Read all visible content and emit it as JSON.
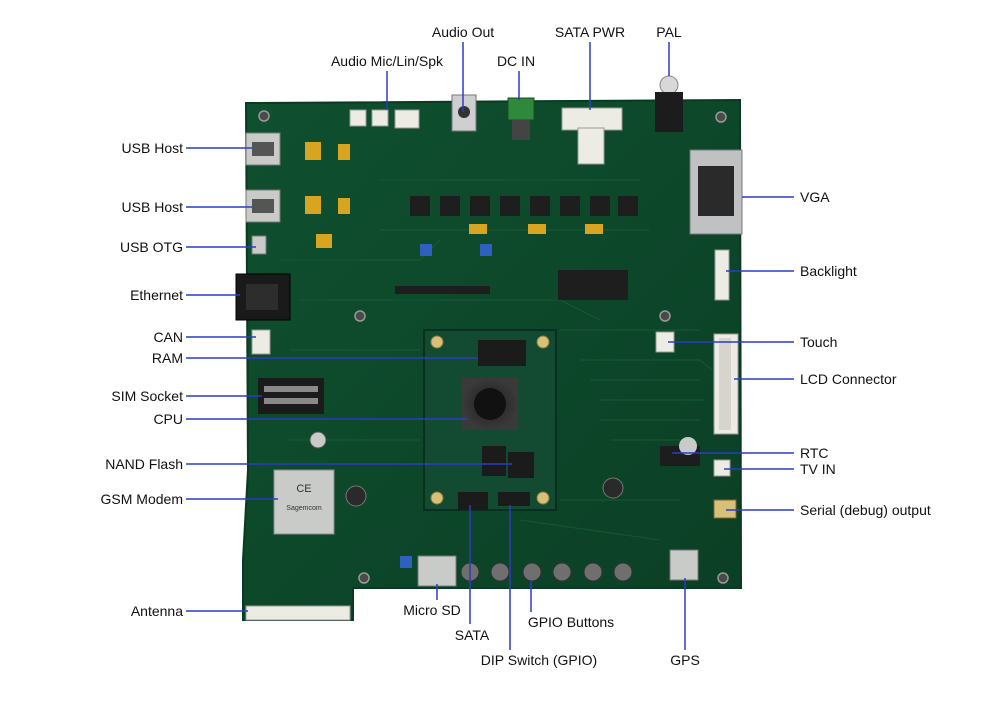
{
  "labels": {
    "audio_out": "Audio Out",
    "sata_pwr": "SATA PWR",
    "pal": "PAL",
    "audio_mic": "Audio Mic/Lin/Spk",
    "dc_in": "DC IN",
    "usb_host_1": "USB Host",
    "usb_host_2": "USB Host",
    "usb_otg": "USB OTG",
    "ethernet": "Ethernet",
    "can": "CAN",
    "ram": "RAM",
    "sim_socket": "SIM Socket",
    "cpu": "CPU",
    "nand_flash": "NAND Flash",
    "gsm_modem": "GSM Modem",
    "antenna": "Antenna",
    "vga": "VGA",
    "backlight": "Backlight",
    "touch": "Touch",
    "lcd_connector": "LCD Connector",
    "rtc": "RTC",
    "tv_in": "TV IN",
    "serial_output": "Serial (debug) output",
    "micro_sd": "Micro SD",
    "sata": "SATA",
    "gpio_buttons": "GPIO Buttons",
    "dip_switch": "DIP Switch (GPIO)",
    "gps": "GPS"
  },
  "board_text": {
    "modem_brand": "Sagemcom",
    "modem_mark": "CE"
  },
  "colors": {
    "pcb": "#0f4a2c",
    "pcb_edge": "#0a3a22",
    "leader_line": "#2b3cc4",
    "som": "#134a32",
    "connector_white": "#ecebe4",
    "metal": "#c9cbc9",
    "chip": "#1b1b1b",
    "cap_yellow": "#d9a520",
    "pot_blue": "#2f5fbf",
    "label_text": "#111111"
  }
}
